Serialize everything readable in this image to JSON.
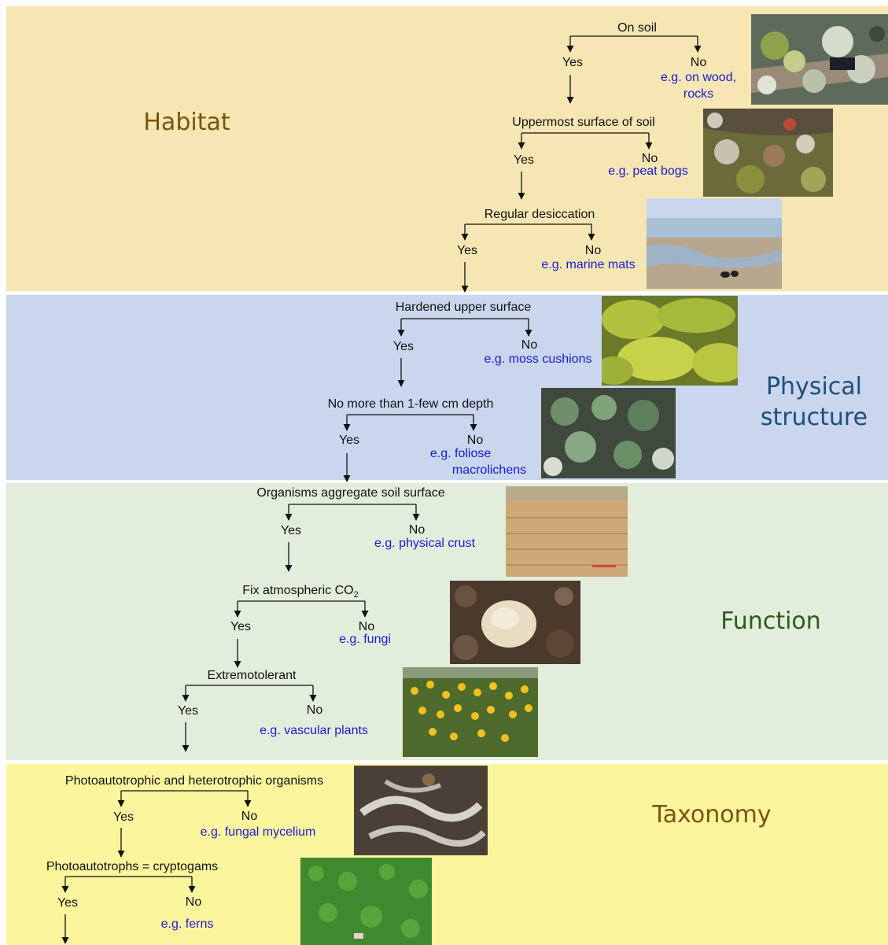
{
  "sections": {
    "habitat": "Habitat",
    "physical_line1": "Physical",
    "physical_line2": "structure",
    "function": "Function",
    "taxonomy": "Taxonomy"
  },
  "colors": {
    "habitat_bg": "#f5e6b3",
    "physical_bg": "#c9d6ee",
    "function_bg": "#e2eedb",
    "taxonomy_bg": "#fbf59e",
    "habitat_text": "#7a5410",
    "physical_text": "#1f4e79",
    "function_text": "#2e5a1c",
    "taxonomy_text": "#7a5410",
    "example_text": "#1a1ad6"
  },
  "nodes": [
    {
      "id": "on-soil",
      "question": "On soil",
      "yes": "Yes",
      "no": "No",
      "example": [
        "e.g. on wood,",
        "rocks"
      ],
      "photo": "lichen-on-wood"
    },
    {
      "id": "uppermost-surface",
      "question": "Uppermost surface of soil",
      "yes": "Yes",
      "no": "No",
      "example": [
        "e.g. peat bogs"
      ],
      "photo": "peat-bog"
    },
    {
      "id": "regular-desiccation",
      "question": "Regular desiccation",
      "yes": "Yes",
      "no": "No",
      "example": [
        "e.g. marine mats"
      ],
      "photo": "marine-mat"
    },
    {
      "id": "hardened-surface",
      "question": "Hardened upper surface",
      "yes": "Yes",
      "no": "No",
      "example": [
        "e.g. moss cushions"
      ],
      "photo": "moss-cushion"
    },
    {
      "id": "depth",
      "question": "No more than 1-few cm depth",
      "yes": "Yes",
      "no": "No",
      "example": [
        "e.g. foliose",
        "macrolichens"
      ],
      "photo": "foliose-lichen"
    },
    {
      "id": "aggregate",
      "question": "Organisms aggregate soil  surface",
      "yes": "Yes",
      "no": "No",
      "example": [
        "e.g. physical crust"
      ],
      "photo": "physical-crust"
    },
    {
      "id": "fix-co2",
      "question": "Fix atmospheric CO",
      "question_sub": "2",
      "yes": "Yes",
      "no": "No",
      "example": [
        "e.g. fungi"
      ],
      "photo": "puffball-fungus"
    },
    {
      "id": "extremotolerant",
      "question": "Extremotolerant",
      "yes": "Yes",
      "no": "No",
      "example": [
        "e.g. vascular plants"
      ],
      "photo": "yellow-flowers"
    },
    {
      "id": "photo-hetero",
      "question": "Photoautotrophic and heterotrophic organisms",
      "yes": "Yes",
      "no": "No",
      "example": [
        "e.g. fungal mycelium"
      ],
      "photo": "fungal-mycelium"
    },
    {
      "id": "cryptogams",
      "question": "Photoautotrophs = cryptogams",
      "yes": "Yes",
      "no": "No",
      "example": [
        "e.g. ferns"
      ],
      "photo": "green-ground-cover"
    }
  ]
}
